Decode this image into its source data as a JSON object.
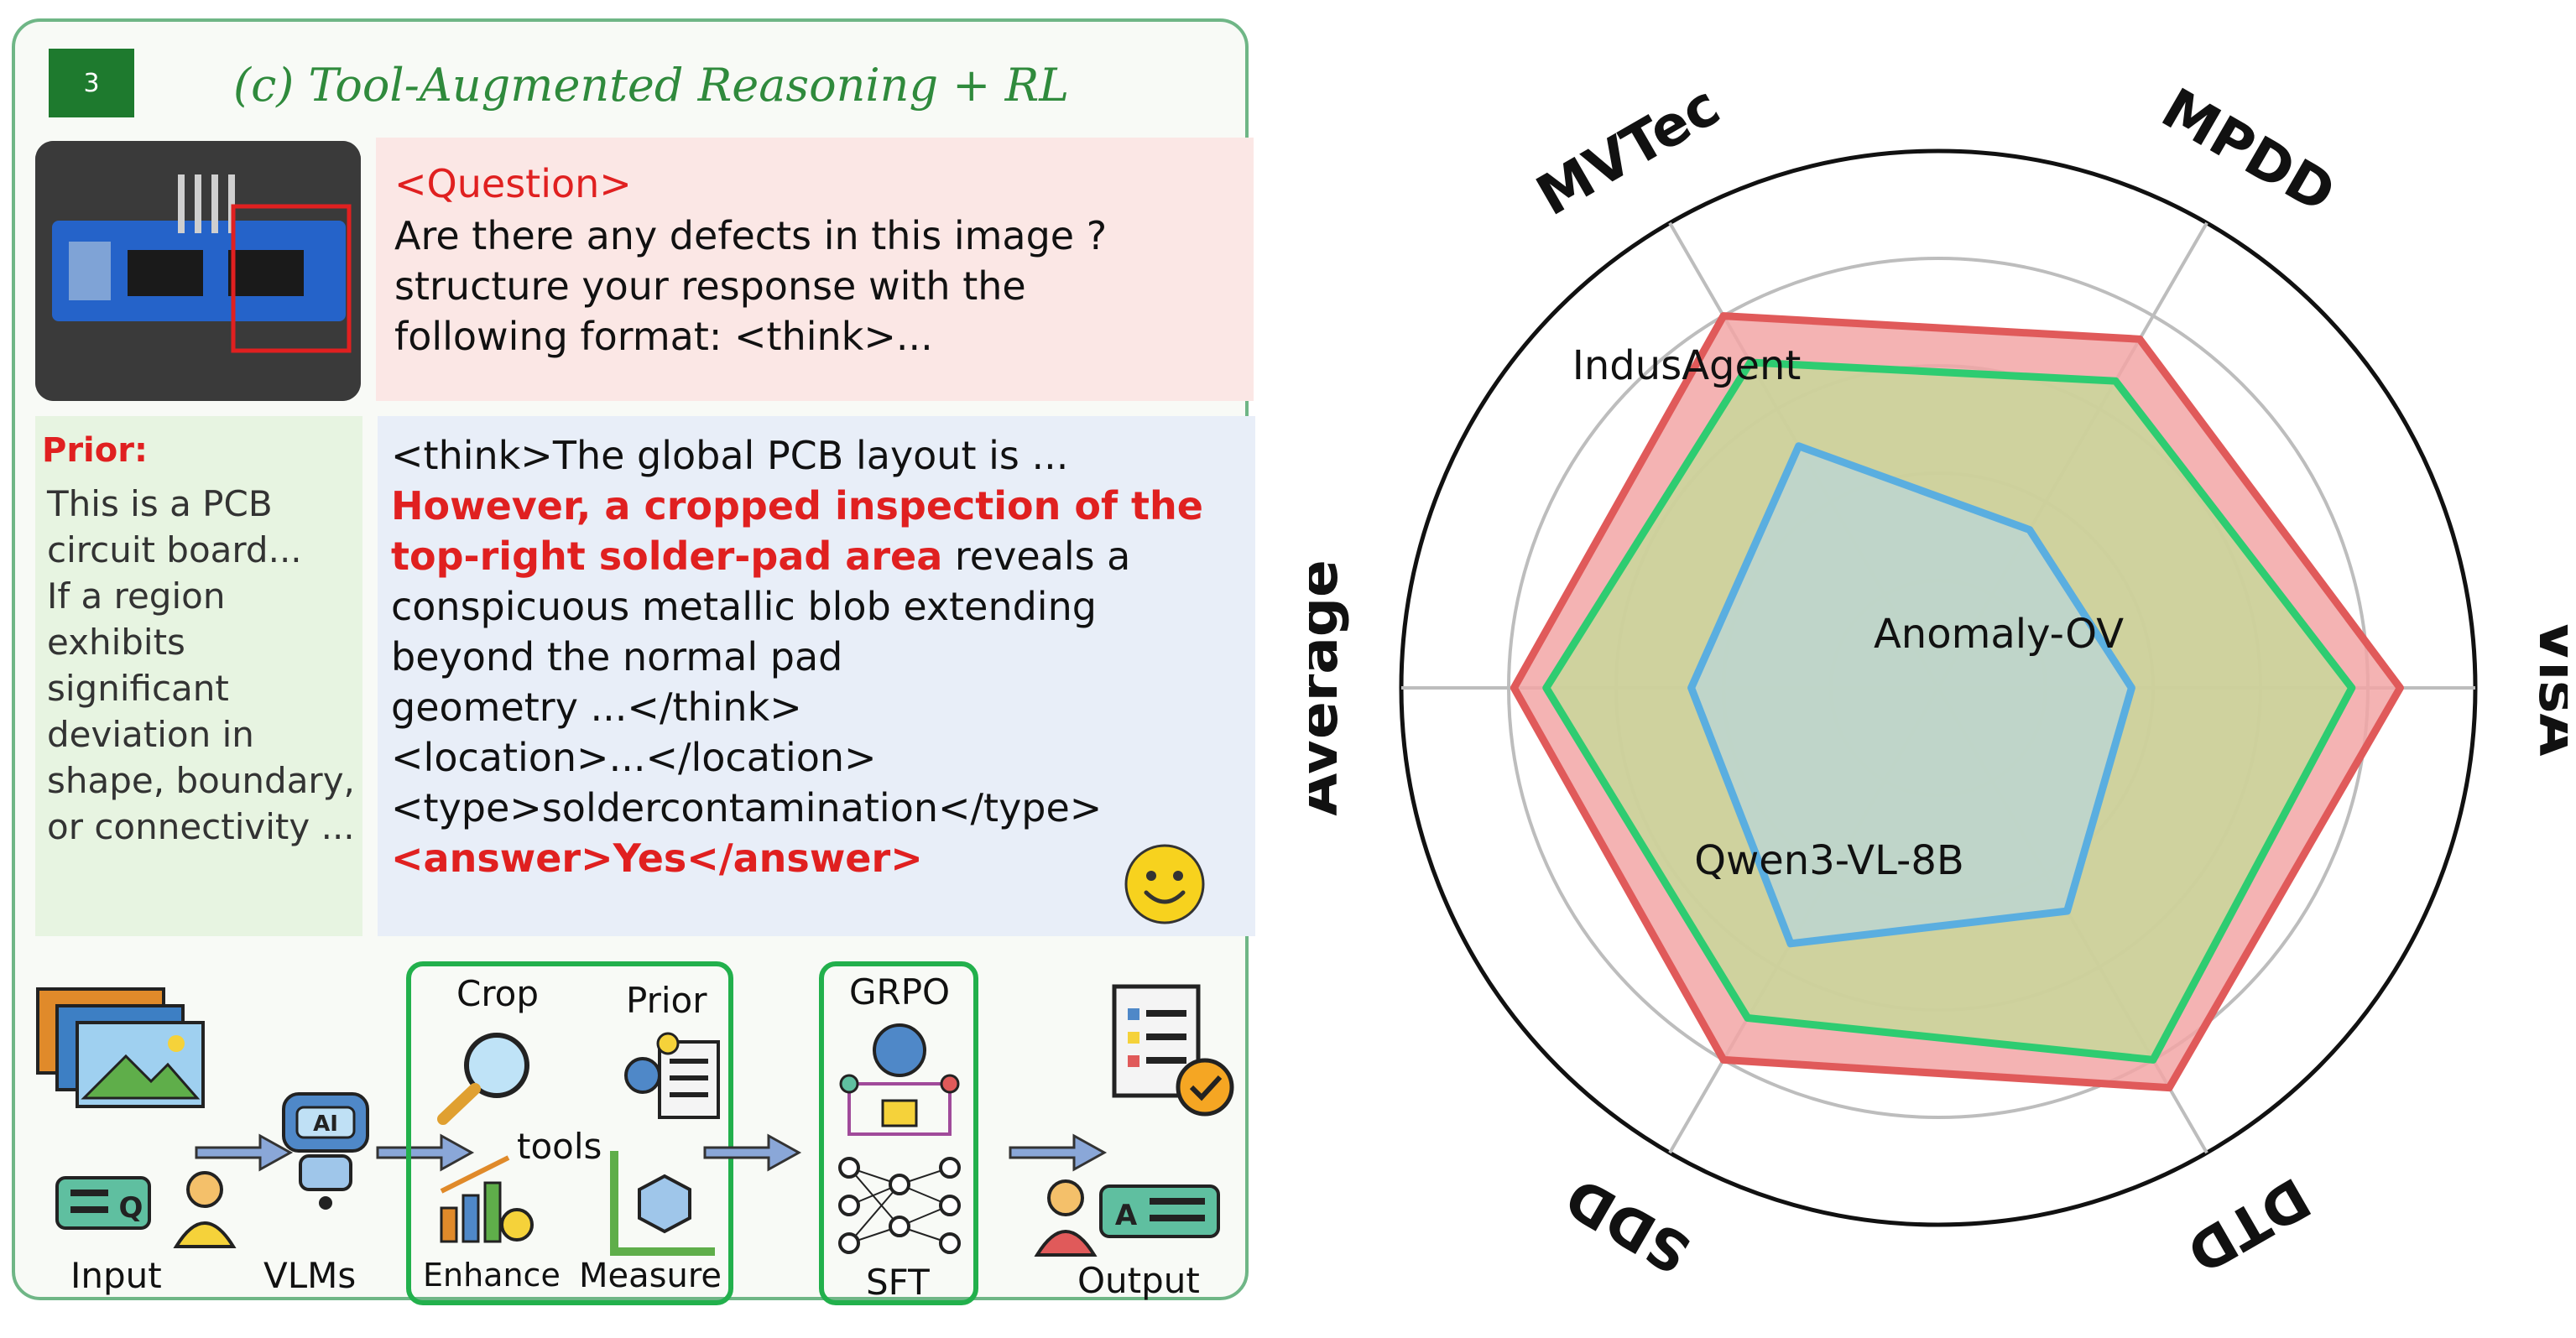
{
  "left_panel": {
    "badge": "3",
    "title": "(c) Tool-Augmented Reasoning + RL",
    "question": {
      "tag": "<Question>",
      "lines": [
        "Are there any defects in this image ?",
        "structure your response with the",
        "following format: <think>..."
      ]
    },
    "prior": {
      "title": "Prior:",
      "lines": [
        "This is a PCB",
        "circuit board...",
        "If a region",
        "exhibits",
        "significant",
        "deviation in",
        "shape, boundary,",
        "or connectivity ..."
      ]
    },
    "answer": {
      "line1": "<think>The global PCB layout is ...",
      "line2_red": "However, a cropped inspection of the",
      "line3_red": "top-right solder-pad area",
      "line3_rest": " reveals a",
      "line4": "conspicuous metallic blob extending",
      "line5": "beyond the normal pad",
      "line6": "geometry ...</think>",
      "line7": " <location>...</location>",
      "line8": "<type>soldercontamination</type>",
      "line9_red": "<answer>Yes</answer>"
    },
    "flow": {
      "input": "Input",
      "vlms": "VLMs",
      "ai": "AI",
      "crop": "Crop",
      "prior": "Prior",
      "tools": "tools",
      "enhance": "Enhance",
      "measure": "Measure",
      "grpo": "GRPO",
      "sft": "SFT",
      "output": "Output",
      "q_letter": "Q",
      "a_letter": "A"
    }
  },
  "chart_data": {
    "type": "radar",
    "axes": [
      "MVTec",
      "MPDD",
      "VisA",
      "DTD",
      "SDD",
      "Average"
    ],
    "range": [
      0,
      1
    ],
    "grid": true,
    "series": [
      {
        "name": "IndusAgent",
        "color": "#e05a5a",
        "fill": "#f2a6a6",
        "values": [
          0.8,
          0.75,
          0.86,
          0.86,
          0.8,
          0.79
        ]
      },
      {
        "name": "Anomaly-OV",
        "color": "#2ecc71",
        "fill": "#c8d79a",
        "values": [
          0.7,
          0.66,
          0.77,
          0.8,
          0.71,
          0.73
        ]
      },
      {
        "name": "Qwen3-VL-8B",
        "color": "#5aaee0",
        "fill": "#bcd6d0",
        "values": [
          0.52,
          0.34,
          0.36,
          0.48,
          0.55,
          0.46
        ]
      }
    ]
  }
}
